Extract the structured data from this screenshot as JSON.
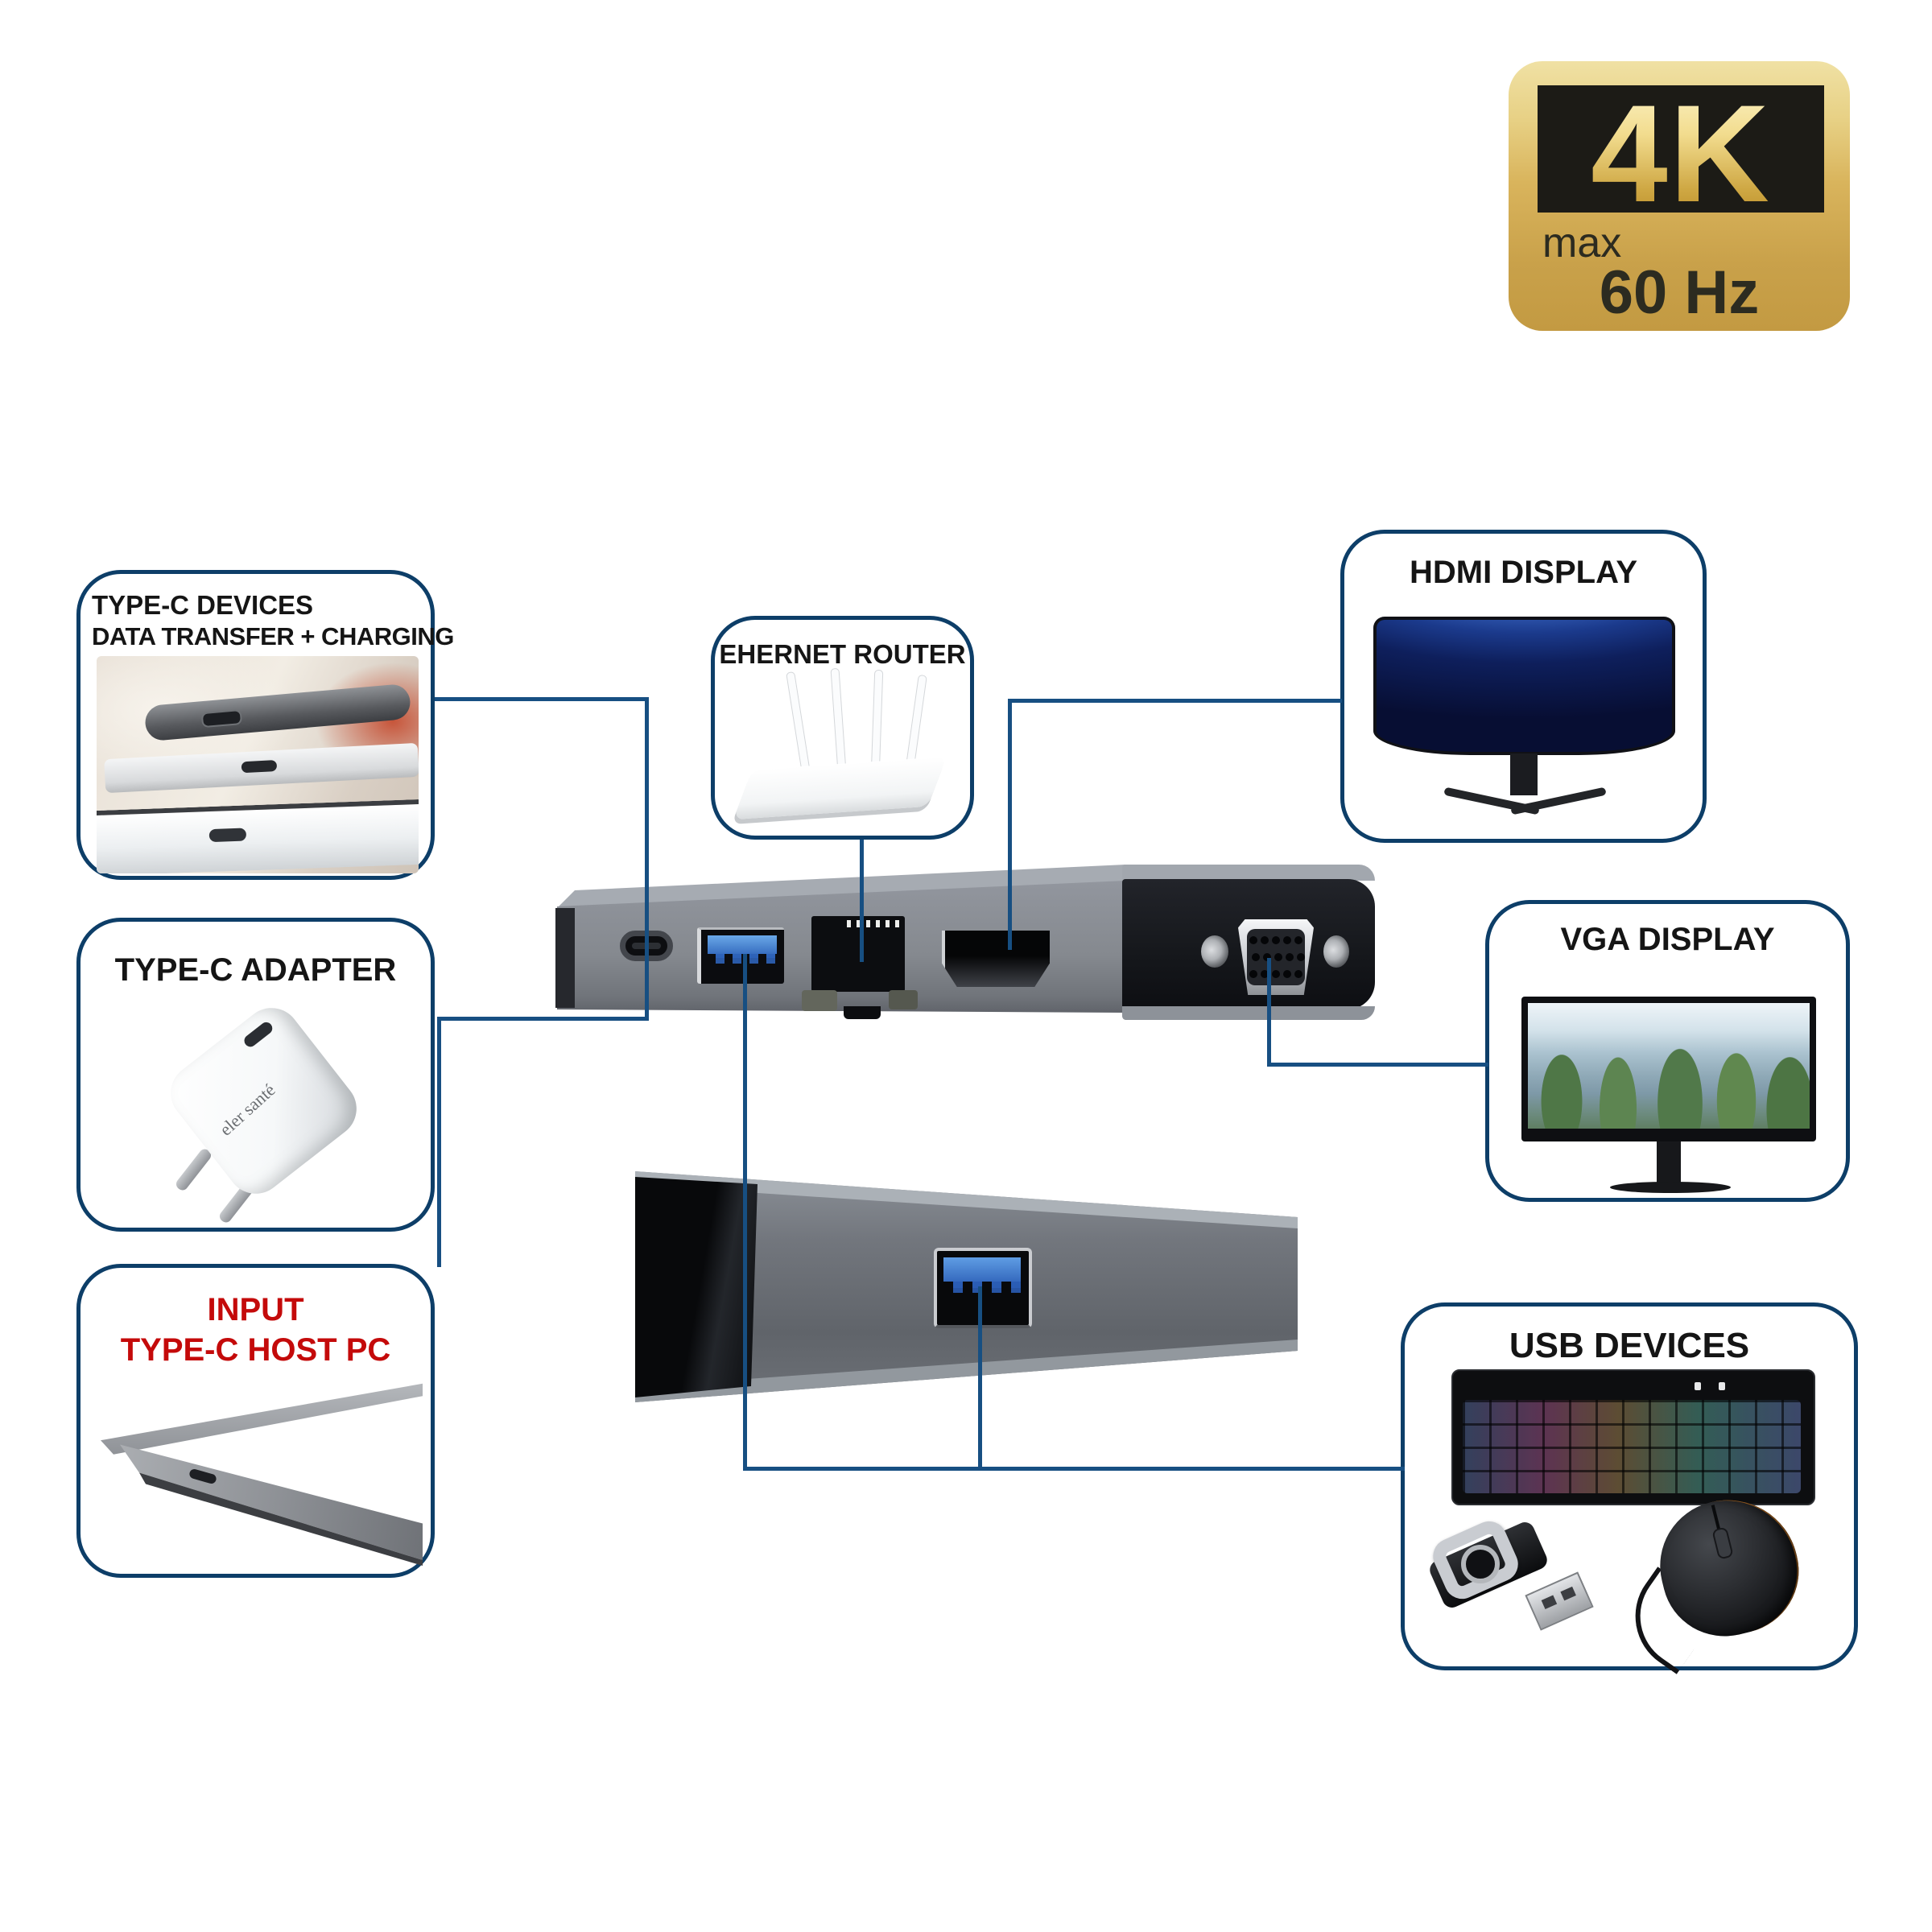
{
  "badge_4k": {
    "resolution": "4K",
    "qualifier": "max",
    "refresh_rate": "60 Hz"
  },
  "callouts": {
    "typec_devices": {
      "line1": "TYPE-C DEVICES",
      "line2": "DATA TRANSFER + CHARGING"
    },
    "typec_adapter": {
      "title": "TYPE-C ADAPTER",
      "brand": "eler santé"
    },
    "input_host_pc": {
      "line1": "INPUT",
      "line2": "TYPE-C HOST PC"
    },
    "ethernet_router": {
      "title": "EHERNET ROUTER"
    },
    "hdmi_display": {
      "title": "HDMI DISPLAY"
    },
    "vga_display": {
      "title": "VGA DISPLAY"
    },
    "usb_devices": {
      "title": "USB DEVICES"
    }
  },
  "hub": {
    "front_ports": [
      "usb-c",
      "usb-a-3.0",
      "rj45-ethernet",
      "hdmi",
      "vga"
    ],
    "bottom_ports": [
      "usb-a-3.0"
    ]
  },
  "colors": {
    "callout_border": "#0d3e68",
    "connector_line": "#174f82",
    "red_text": "#c40a0a",
    "badge_gold": "#d9b45c",
    "usb_blue": "#3c74c4"
  }
}
